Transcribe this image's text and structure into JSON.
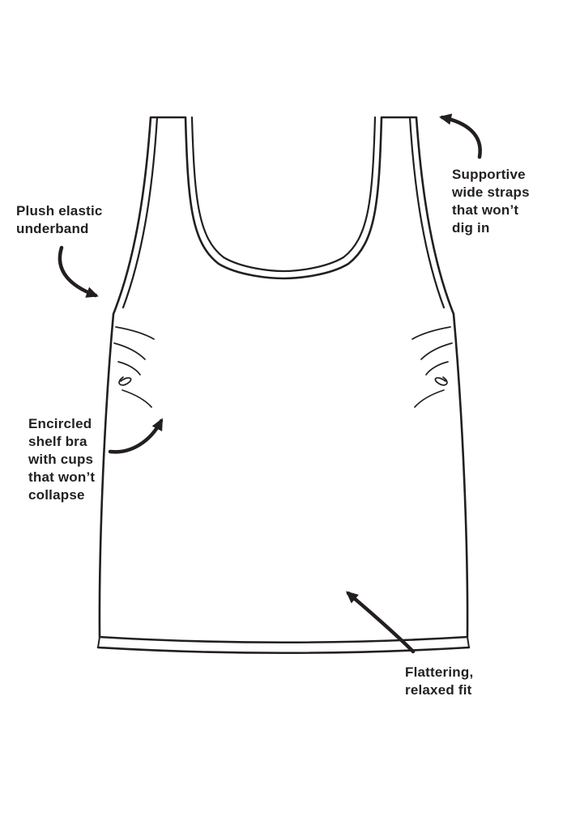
{
  "page": {
    "background_color": "#ffffff",
    "ink_color": "#231f20"
  },
  "diagram": {
    "subject": "tank top with built-in shelf bra feature callouts",
    "annotations": {
      "underband": {
        "text": "Plush elastic\nunderband"
      },
      "straps": {
        "text": "Supportive\nwide straps\nthat won’t\ndig in"
      },
      "shelf_bra": {
        "text": "Encircled\nshelf bra\nwith cups\nthat won’t\ncollapse"
      },
      "fit": {
        "text": "Flattering,\nrelaxed fit"
      }
    }
  }
}
